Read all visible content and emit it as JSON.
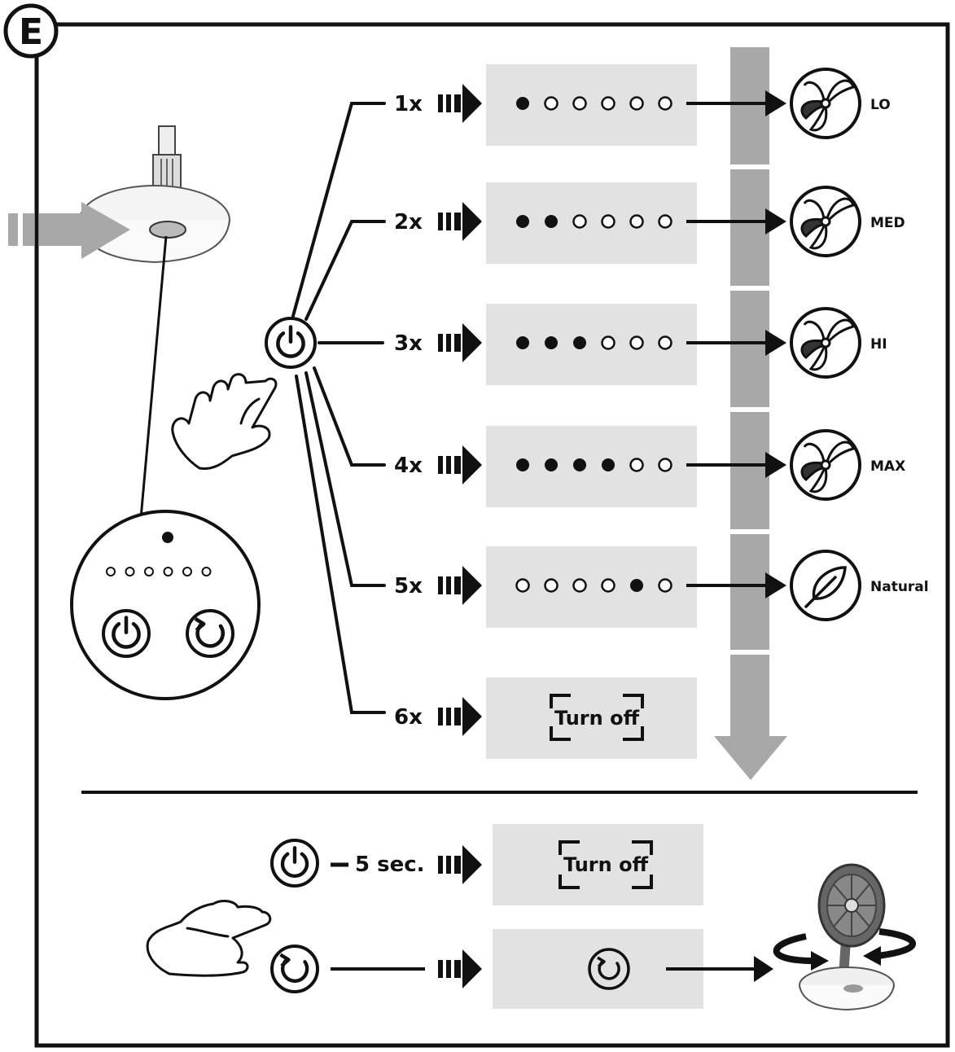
{
  "section_letter": "E",
  "steps": [
    {
      "press": "1x",
      "dots": [
        1,
        0,
        0,
        0,
        0,
        0
      ],
      "mode": "LO",
      "icon": "fan-icon"
    },
    {
      "press": "2x",
      "dots": [
        1,
        1,
        0,
        0,
        0,
        0
      ],
      "mode": "MED",
      "icon": "fan-icon"
    },
    {
      "press": "3x",
      "dots": [
        1,
        1,
        1,
        0,
        0,
        0
      ],
      "mode": "HI",
      "icon": "fan-icon"
    },
    {
      "press": "4x",
      "dots": [
        1,
        1,
        1,
        1,
        0,
        0
      ],
      "mode": "MAX",
      "icon": "fan-icon"
    },
    {
      "press": "5x",
      "dots": [
        0,
        0,
        0,
        0,
        1,
        0
      ],
      "mode": "Natural",
      "icon": "leaf-icon"
    },
    {
      "press": "6x",
      "result": "Turn off"
    }
  ],
  "hold": {
    "duration": "5 sec.",
    "result": "Turn off"
  },
  "colors": {
    "stroke": "#111111",
    "panel": "#e2e2e2",
    "arrow_grey": "#a8a8a8"
  }
}
